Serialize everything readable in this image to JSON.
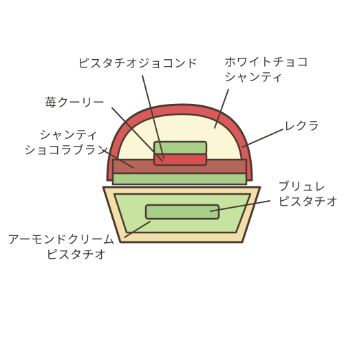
{
  "diagram": {
    "labels": {
      "pistachio_joconde": "ピスタチオジョコンド",
      "white_choco_chantilly_1": "ホワイトチョコ",
      "white_choco_chantilly_2": "シャンティ",
      "strawberry_coulis": "苺クーリー",
      "recla": "レクラ",
      "chantilly_chocolat_blanc_1": "シャンティ",
      "chantilly_chocolat_blanc_2": "ショコラブラン",
      "brulee_pistachio_1": "ブリュレ",
      "brulee_pistachio_2": "ピスタチオ",
      "almond_cream_pistachio_1": "アーモンドクリーム",
      "almond_cream_pistachio_2": "ピスタチオ"
    },
    "colors": {
      "outline": "#4a3b32",
      "dome_red": "#d95a5a",
      "dome_cream": "#fbf6d6",
      "chantilly_brown": "#b5655a",
      "joconde_green": "#a9cf8a",
      "coulis_red": "#d94f4f",
      "tart_crust": "#f3dfa9",
      "almond_green": "#c6e3a0",
      "brulee_green": "#a5cf86"
    }
  }
}
